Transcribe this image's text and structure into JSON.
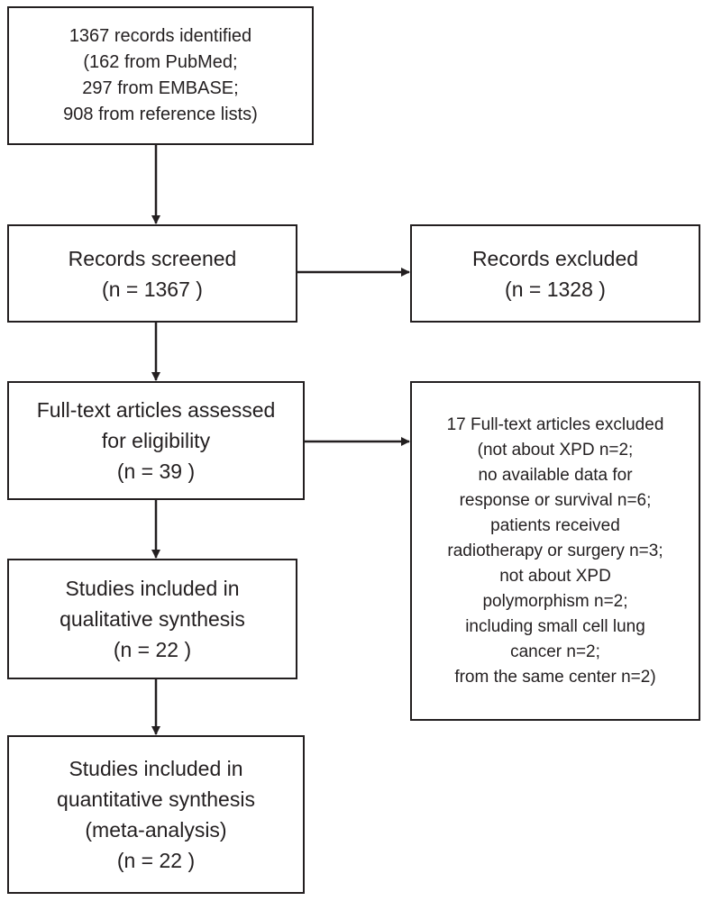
{
  "boxes": {
    "identified": {
      "lines": [
        "1367 records identified",
        "(162 from PubMed;",
        "297 from EMBASE;",
        "908 from reference lists)"
      ]
    },
    "screened": {
      "lines": [
        "Records screened",
        "(n = 1367  )"
      ]
    },
    "excluded": {
      "lines": [
        "Records excluded",
        "(n = 1328  )"
      ]
    },
    "fulltext": {
      "lines": [
        "Full-text articles assessed",
        "for eligibility",
        "(n = 39  )"
      ]
    },
    "fulltext_excluded": {
      "lines": [
        "17 Full-text articles excluded",
        "(not about XPD n=2;",
        "no available data for",
        "response or survival n=6;",
        "patients received",
        "radiotherapy or surgery n=3;",
        "not about XPD",
        "polymorphism n=2;",
        "including small cell lung",
        "cancer n=2;",
        "from the same center n=2)"
      ]
    },
    "qualitative": {
      "lines": [
        "Studies included in",
        "qualitative synthesis",
        "(n = 22  )"
      ]
    },
    "quantitative": {
      "lines": [
        "Studies included in",
        "quantitative synthesis",
        "(meta-analysis)",
        "(n = 22  )"
      ]
    }
  },
  "colors": {
    "stroke": "#231f20",
    "background": "#ffffff"
  }
}
